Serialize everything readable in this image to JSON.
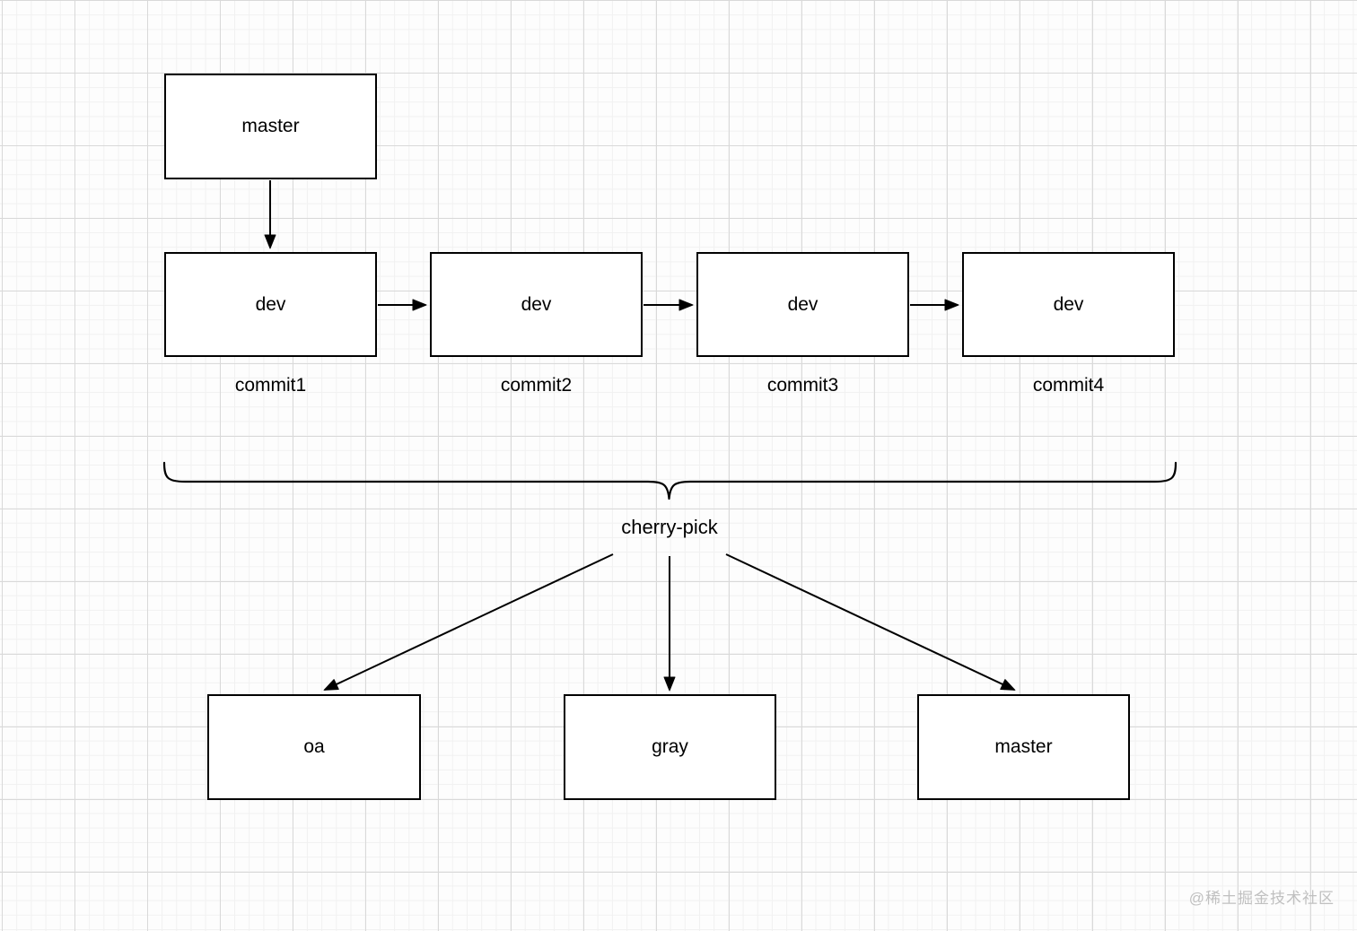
{
  "diagram": {
    "title_context": "git cherry-pick flow",
    "top_branch": {
      "label": "master"
    },
    "dev_chain": [
      {
        "label": "dev",
        "commit": "commit1"
      },
      {
        "label": "dev",
        "commit": "commit2"
      },
      {
        "label": "dev",
        "commit": "commit3"
      },
      {
        "label": "dev",
        "commit": "commit4"
      }
    ],
    "operation_label": "cherry-pick",
    "target_branches": [
      {
        "label": "oa"
      },
      {
        "label": "gray"
      },
      {
        "label": "master"
      }
    ],
    "watermark": "@稀土掘金技术社区",
    "colors": {
      "node_border": "#000000",
      "node_fill": "#ffffff",
      "connector": "#000000",
      "grid_minor": "#f1f1f1",
      "grid_major": "#d9d9d9",
      "watermark": "#c0c0c0"
    }
  }
}
